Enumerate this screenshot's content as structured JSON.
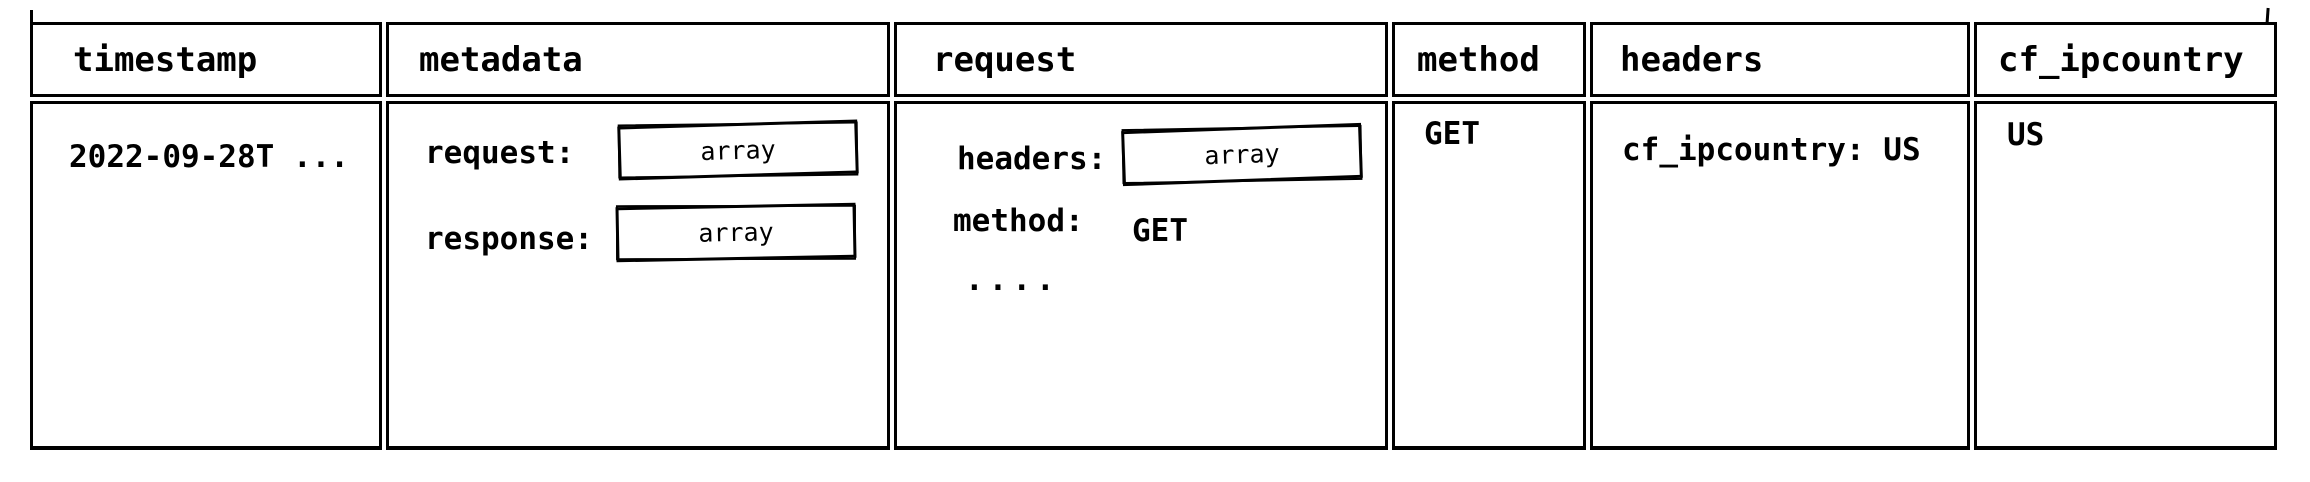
{
  "diagram": {
    "type": "hand-drawn-table",
    "colors": {
      "stroke": "#000000",
      "background": "#ffffff",
      "text": "#000000"
    },
    "columns": [
      {
        "label": "timestamp"
      },
      {
        "label": "metadata"
      },
      {
        "label": "request"
      },
      {
        "label": "method"
      },
      {
        "label": "headers"
      },
      {
        "label": "cf_ipcountry"
      }
    ],
    "row": {
      "timestamp": "2022-09-28T ...",
      "metadata": {
        "fields": [
          {
            "key": "request:",
            "chip": "array"
          },
          {
            "key": "response:",
            "chip": "array"
          }
        ]
      },
      "request": {
        "fields": [
          {
            "key": "headers:",
            "chip": "array"
          },
          {
            "key": "method:",
            "value": "GET"
          }
        ],
        "more": "...."
      },
      "method": "GET",
      "headers": "cf_ipcountry: US",
      "cf_ipcountry": "US"
    }
  }
}
